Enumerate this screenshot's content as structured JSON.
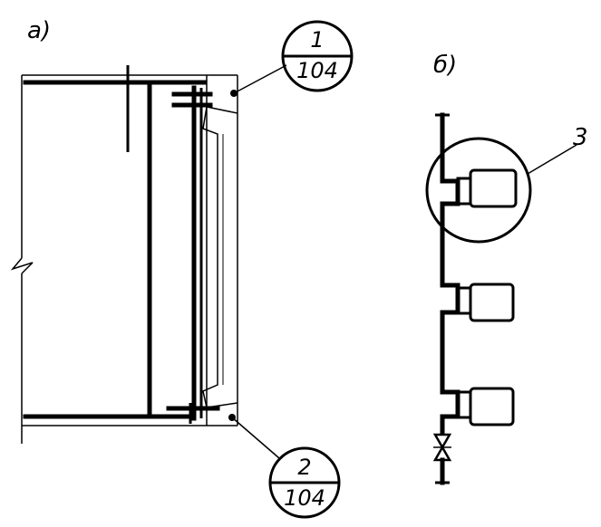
{
  "figure_a": {
    "label": "а)"
  },
  "figure_b": {
    "label": "б)"
  },
  "callouts": [
    {
      "top": "1",
      "bottom": "104"
    },
    {
      "top": "2",
      "bottom": "104"
    }
  ],
  "detail_marker": {
    "label": "3"
  }
}
